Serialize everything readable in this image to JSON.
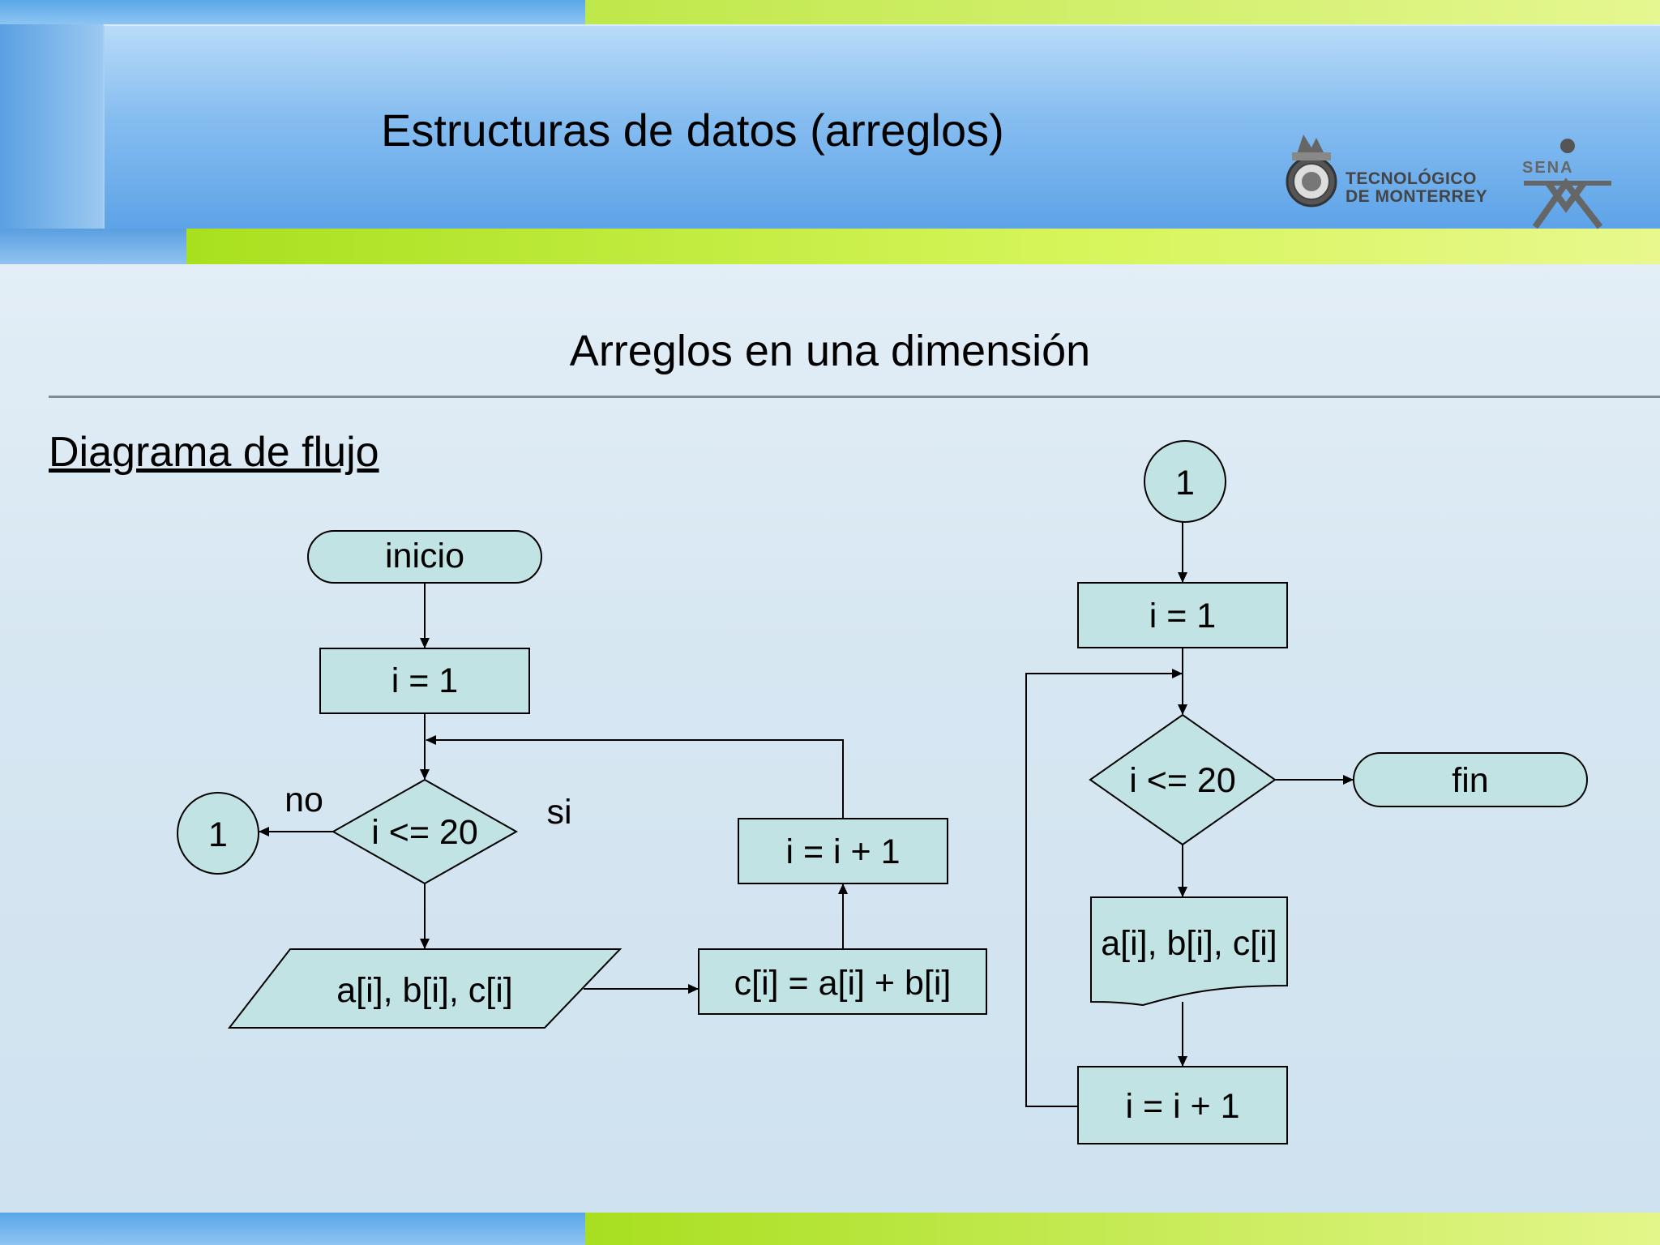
{
  "header": {
    "title": "Estructuras de datos (arreglos)",
    "logo_tec_line1": "TECNOLÓGICO",
    "logo_tec_line2": "DE MONTERREY",
    "logo_sena": "SENA"
  },
  "slide": {
    "subtitle": "Arreglos en una dimensión",
    "section_heading": "Diagrama de flujo"
  },
  "flow_left": {
    "start": "inicio",
    "init": "i = 1",
    "condition": "i <= 20",
    "label_no": "no",
    "label_si": "si",
    "connector": "1",
    "input": "a[i], b[i], c[i]",
    "sum": "c[i] = a[i] + b[i]",
    "increment": "i = i + 1"
  },
  "flow_right": {
    "connector": "1",
    "init": "i = 1",
    "condition": "i <= 20",
    "end": "fin",
    "output": "a[i], b[i], c[i]",
    "increment": "i = i + 1"
  },
  "colors": {
    "shape_fill": "#c1e3e3",
    "stroke": "#000000"
  }
}
